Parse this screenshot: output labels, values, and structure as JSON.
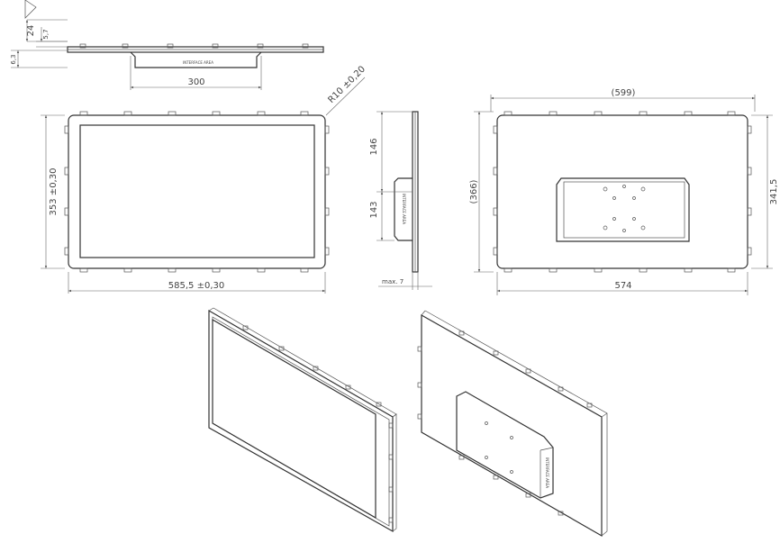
{
  "top_view": {
    "dim_24": "24",
    "dim_5_7": "5,7",
    "dim_6_3": "6,3",
    "dim_300": "300",
    "interface_label": "INTERFACE AREA"
  },
  "front_view": {
    "radius_label": "R10 ±0,20",
    "height_label": "353 ±0,30",
    "width_label": "585,5 ±0,30"
  },
  "side_view": {
    "dim_146": "146",
    "dim_143": "143",
    "max_label": "max. 7",
    "interface_label": "INTERFACE AREA"
  },
  "rear_view": {
    "width_overall": "(599)",
    "height_overall": "(366)",
    "height_inner": "341,5",
    "width_inner": "574"
  },
  "colors": {
    "line": "#333333",
    "dim": "#666666",
    "text": "#444444"
  }
}
